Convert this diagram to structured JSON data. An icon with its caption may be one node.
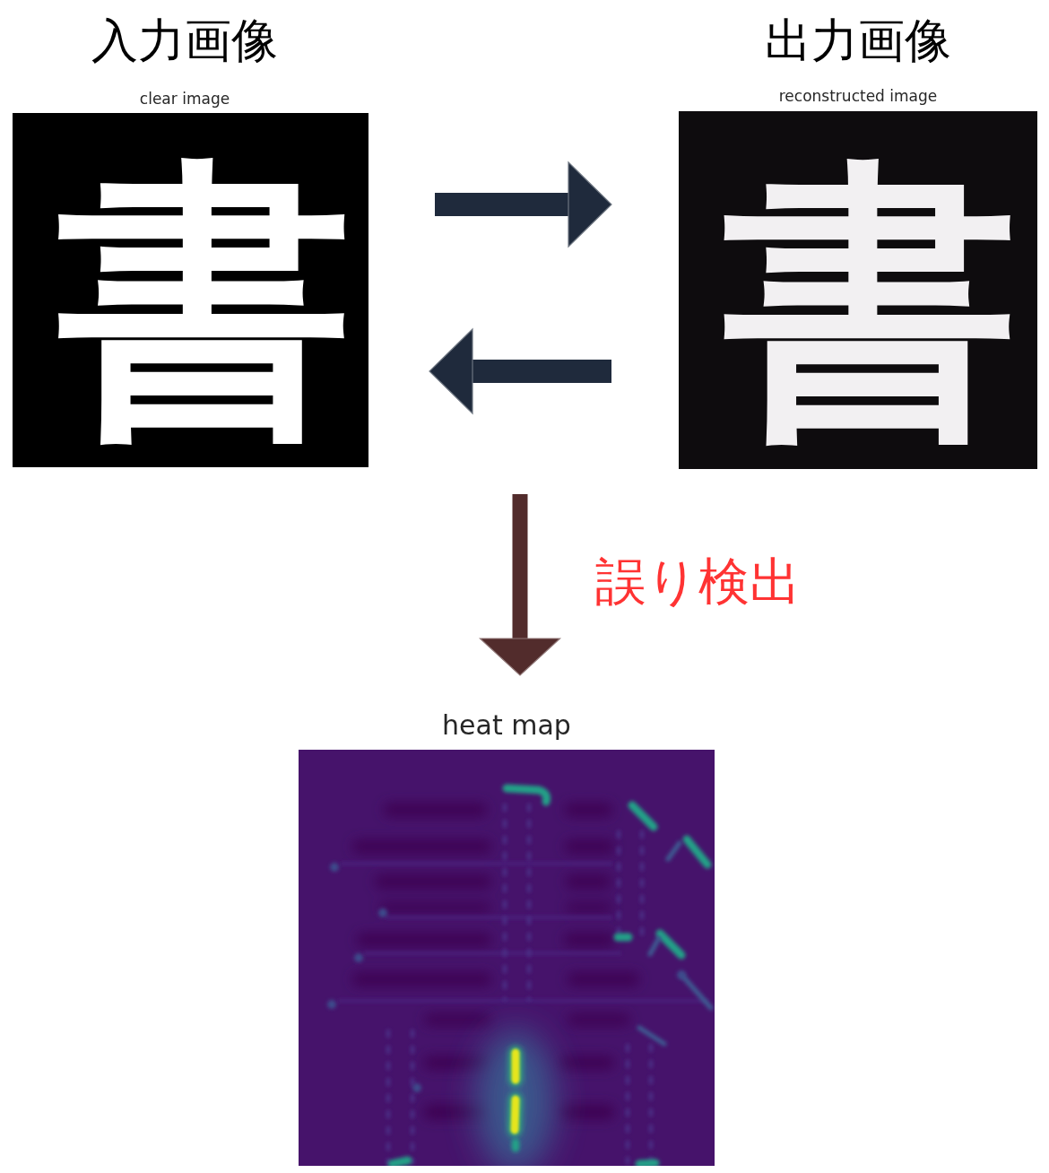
{
  "diagram": {
    "nodes": [
      {
        "text": [
          "入力画像",
          "clear image",
          "書"
        ]
      },
      {
        "text": [
          "出力画像",
          "reconstructed image",
          "書"
        ]
      },
      {
        "text": [
          "heat map"
        ]
      }
    ],
    "edges": [
      {
        "from": 0,
        "to": 1,
        "arrow": "to"
      },
      {
        "from": 1,
        "to": 0,
        "arrow": "to"
      },
      {
        "from": null,
        "to": 2,
        "arrow": "to",
        "label": "誤り検出",
        "color": "#522c2c"
      }
    ]
  }
}
